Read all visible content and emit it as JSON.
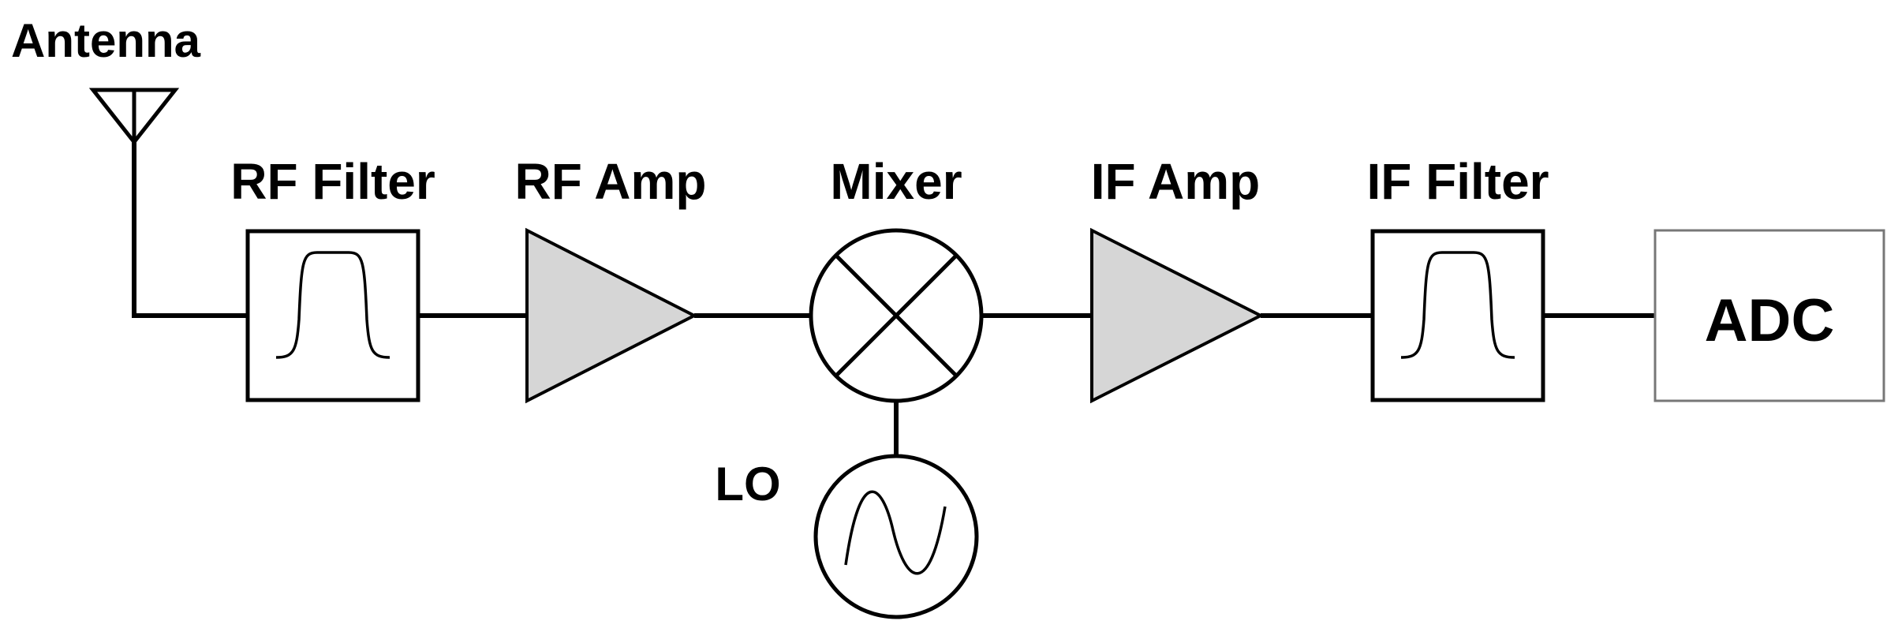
{
  "labels": {
    "antenna": "Antenna",
    "rf_filter": "RF Filter",
    "rf_amp": "RF Amp",
    "mixer": "Mixer",
    "if_amp": "IF Amp",
    "if_filter": "IF Filter",
    "adc": "ADC",
    "lo": "LO"
  },
  "colors": {
    "amplifier_fill": "#d6d6d6",
    "line": "#000000",
    "adc_border": "#777777"
  }
}
